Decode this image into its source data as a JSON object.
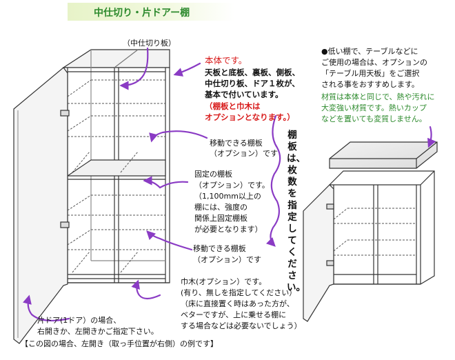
{
  "title": "中仕切り・片ドアー棚",
  "labels": {
    "divider_top": "（中仕切り板）",
    "body_heading": "本体です。",
    "body_lines": [
      "天板と底板、裏板、側板、",
      "中仕切り板、ドア１枚が、",
      "基本で付いています。"
    ],
    "body_note_lines": [
      "（棚板と巾木は",
      "オプションとなります。）"
    ],
    "movable_shelf_1": [
      "移動できる棚板",
      "（オプション）です"
    ],
    "fixed_shelf": [
      "固定の棚板",
      "（オプション）です。",
      "（1,100mm以上の",
      "棚には、強度の",
      "関係上固定棚板",
      "が必要となります）"
    ],
    "movable_shelf_2": [
      "移動できる棚板",
      "（オプション）です"
    ],
    "skirting": [
      "巾木(オプション）です。",
      "(有り、無しを指定してください）",
      "（床に直接置く時はあった方が、",
      "ベターですが、上に乗せる棚に",
      "する場合などは必要ないでしょう）"
    ],
    "door": [
      "片ドア(1ドア）の場合、",
      "右開きか、左開きかご指定下さい。",
      "【この図の場合、左開き（取っ手位置が右側）の例です】"
    ],
    "vertical_note": "棚板は、枚数を指定してください。",
    "low_shelf_black": [
      "●低い棚で、テーブルなどに",
      "ご使用の場合は、オプションの",
      "「テーブル用天板」をご選択",
      "される事をおすすめします。"
    ],
    "low_shelf_green": [
      "材質は本体と同じで、熱や汚れに",
      "大変強い材質です。熱いカップ",
      "などを置いても変質しません。"
    ]
  },
  "colors": {
    "title_green": "#2d8a2d",
    "accent_red": "#d81b1b",
    "note_green": "#2c8a2c",
    "arrow_purple": "#8a3bc4",
    "line": "#333333"
  }
}
